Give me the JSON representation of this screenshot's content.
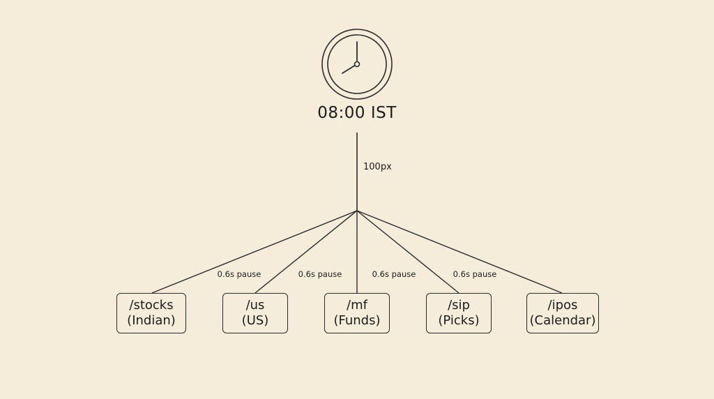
{
  "diagram": {
    "clock": {
      "icon": "clock-icon",
      "time_label": "08:00 IST"
    },
    "stem_label": "100px",
    "pause_labels": [
      "0.6s pause",
      "0.6s pause",
      "0.6s pause",
      "0.6s pause"
    ],
    "nodes": [
      {
        "path": "/stocks",
        "caption": "(Indian)"
      },
      {
        "path": "/us",
        "caption": "(US)"
      },
      {
        "path": "/mf",
        "caption": "(Funds)"
      },
      {
        "path": "/sip",
        "caption": "(Picks)"
      },
      {
        "path": "/ipos",
        "caption": "(Calendar)"
      }
    ],
    "colors": {
      "background": "#f5edd9",
      "ink": "#2a2a2a"
    }
  }
}
